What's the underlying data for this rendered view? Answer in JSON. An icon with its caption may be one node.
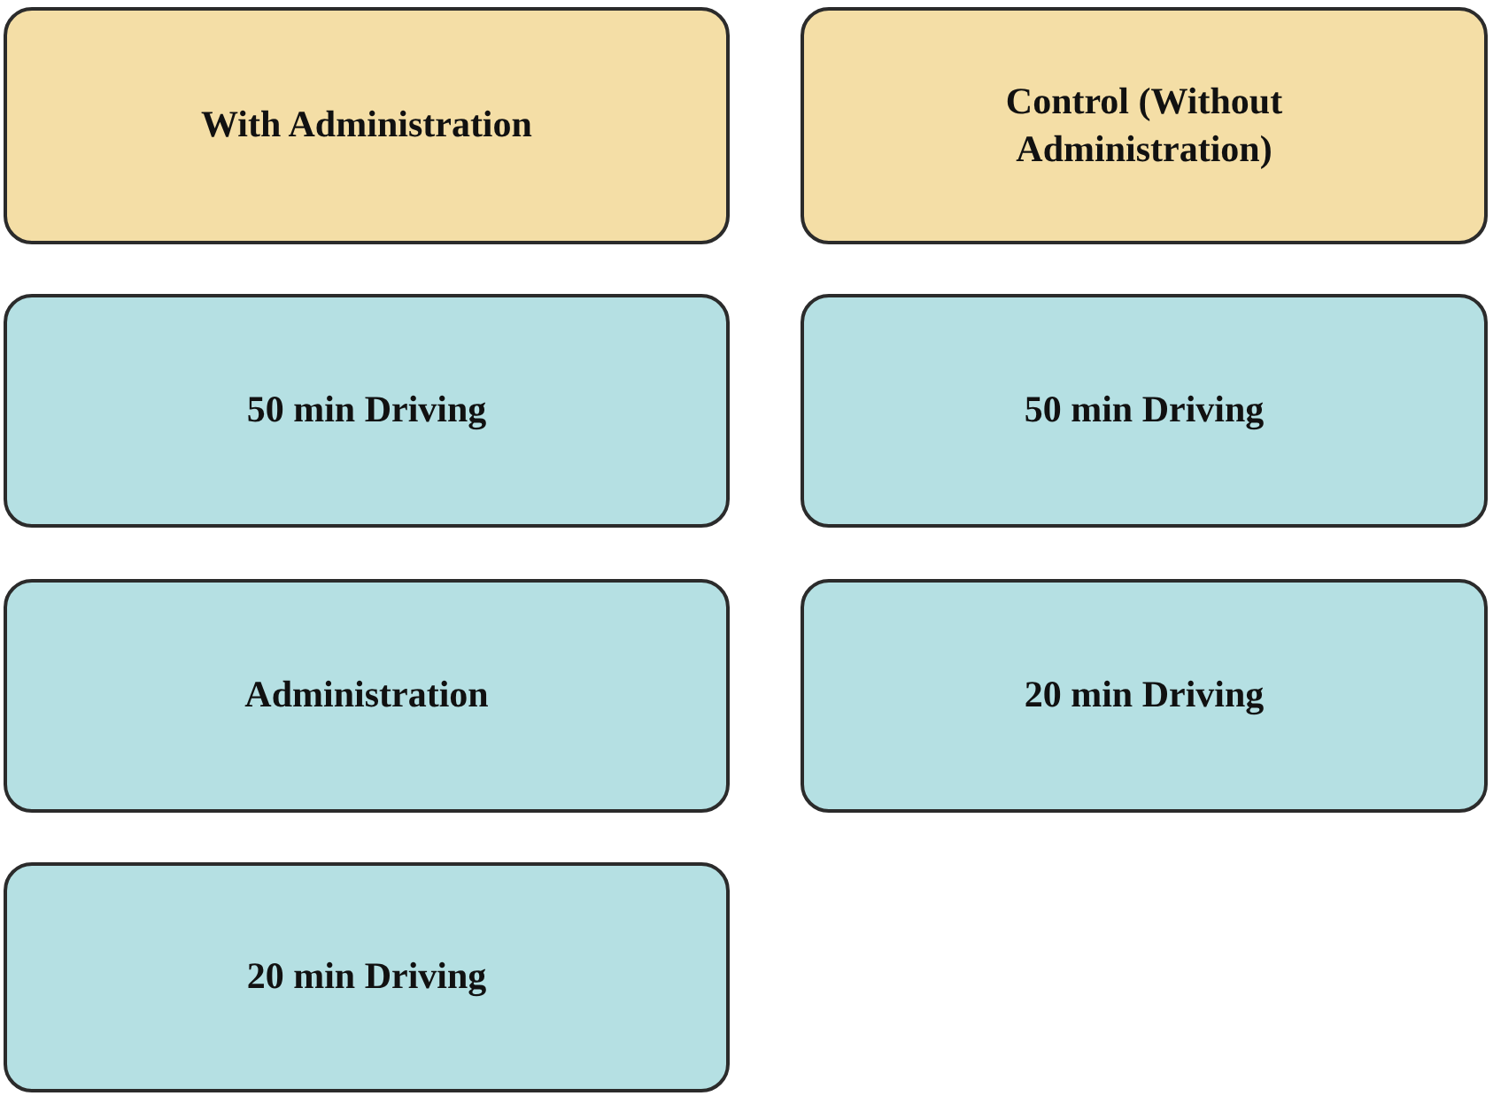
{
  "diagram": {
    "nodes": [
      {
        "text": [
          "With Administration"
        ]
      },
      {
        "text": [
          "Control (Without Administration)"
        ]
      },
      {
        "text": [
          "50 min Driving"
        ]
      },
      {
        "text": [
          "50 min Driving"
        ]
      },
      {
        "text": [
          "Administration"
        ]
      },
      {
        "text": [
          "20 min Driving"
        ]
      },
      {
        "text": [
          "20 min Driving"
        ]
      }
    ]
  }
}
